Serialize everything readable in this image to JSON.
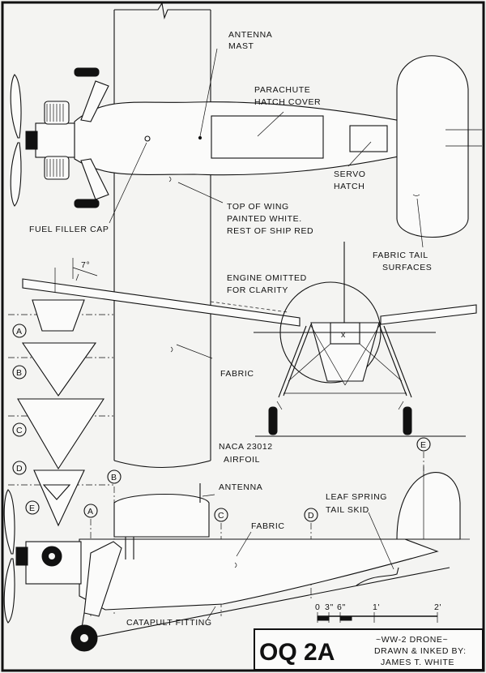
{
  "labels": {
    "antenna_mast_1": "ANTENNA",
    "antenna_mast_2": "MAST",
    "parachute_1": "PARACHUTE",
    "parachute_2": "HATCH COVER",
    "servo_1": "SERVO",
    "servo_2": "HATCH",
    "fuel_filler": "FUEL FILLER CAP",
    "top_wing_1": "TOP OF WING",
    "top_wing_2": "PAINTED WHITE.",
    "top_wing_3": "REST OF SHIP RED",
    "fabric_tail_1": "FABRIC TAIL",
    "fabric_tail_2": "SURFACES",
    "dihedral": "7°",
    "engine_1": "ENGINE OMITTED",
    "engine_2": "FOR CLARITY",
    "fabric_wing": "FABRIC",
    "naca_1": "NACA 23012",
    "naca_2": "AIRFOIL",
    "antenna": "ANTENNA",
    "leaf_1": "LEAF SPRING",
    "leaf_2": "TAIL SKID",
    "fabric_side": "FABRIC",
    "catapult": "CATAPULT FITTING",
    "center_mark": "x"
  },
  "stations": {
    "a": "A",
    "b": "B",
    "c": "C",
    "d": "D",
    "e": "E"
  },
  "scale_labels": [
    "0",
    "3\"",
    "6\"",
    "1'",
    "2'"
  ],
  "title_block": {
    "model": "OQ 2A",
    "line1": "~WW-2 DRONE~",
    "line2": "DRAWN & INKED BY:",
    "line3": "JAMES T. WHITE"
  }
}
